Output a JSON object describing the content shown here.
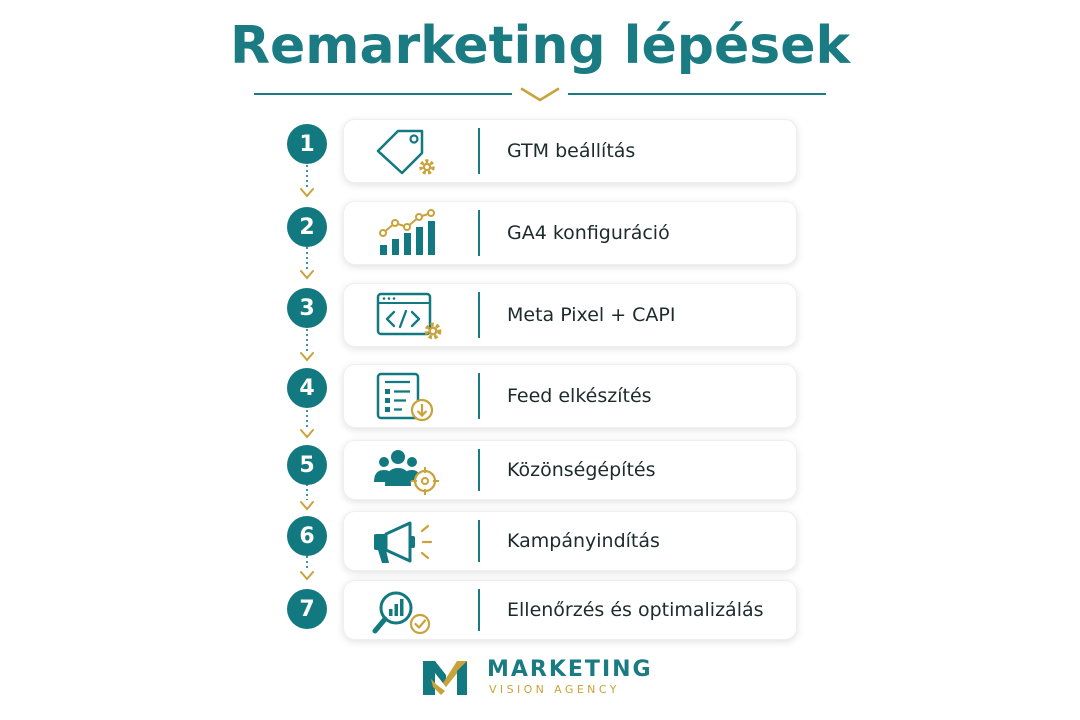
{
  "title": "Remarketing lépések",
  "colors": {
    "teal": "#137980",
    "gold": "#c9a23a",
    "text": "#1d2b2c"
  },
  "steps": [
    {
      "number": "1",
      "label": "GTM beállítás",
      "icon": "tag-gear-icon"
    },
    {
      "number": "2",
      "label": "GA4 konfiguráció",
      "icon": "bar-chart-trend-icon"
    },
    {
      "number": "3",
      "label": "Meta Pixel + CAPI",
      "icon": "code-window-gear-icon"
    },
    {
      "number": "4",
      "label": "Feed elkészítés",
      "icon": "document-download-icon"
    },
    {
      "number": "5",
      "label": "Közönségépítés",
      "icon": "audience-target-icon"
    },
    {
      "number": "6",
      "label": "Kampányindítás",
      "icon": "megaphone-icon"
    },
    {
      "number": "7",
      "label": "Ellenőrzés és optimalizálás",
      "icon": "magnifier-check-icon"
    }
  ],
  "logo": {
    "name": "MARKETING",
    "subtitle": "VISION AGENCY"
  }
}
